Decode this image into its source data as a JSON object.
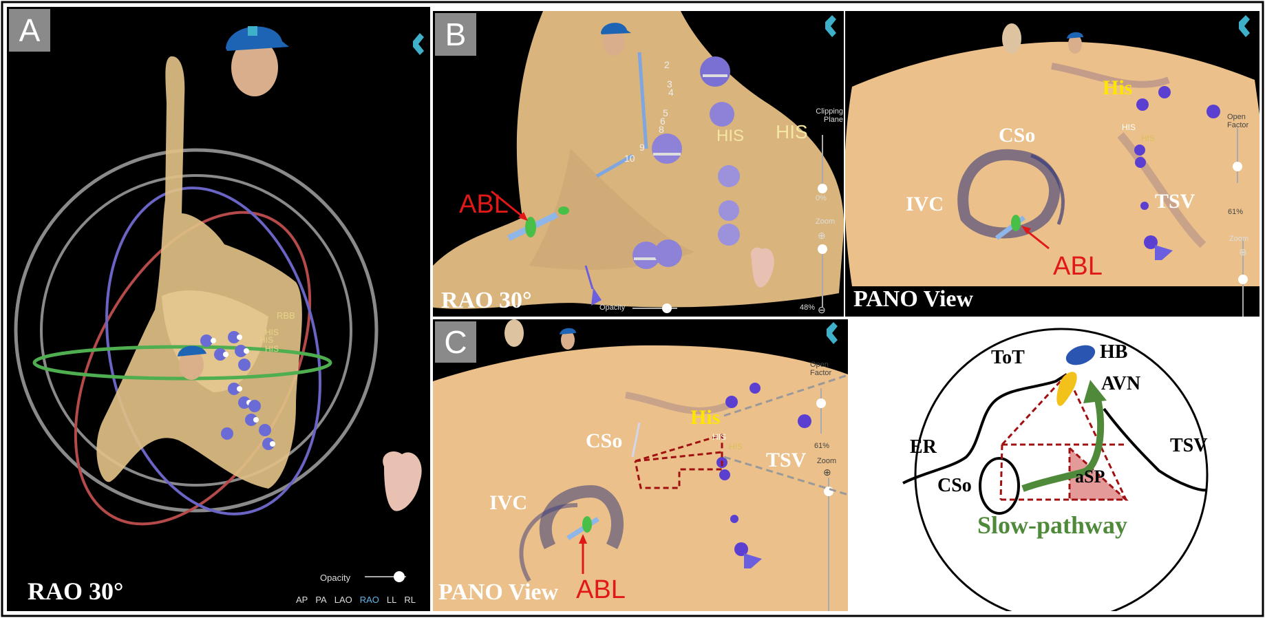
{
  "panels": {
    "a": {
      "label": "A",
      "view": "RAO 30°",
      "opacity_label": "Opacity",
      "views": [
        "AP",
        "PA",
        "LAO",
        "RAO",
        "LL",
        "RL"
      ],
      "active_view": "RAO",
      "tags": {
        "rbb": "RBB",
        "his1": "HIS",
        "his2": "HIS",
        "his3": "HIS"
      }
    },
    "b": {
      "label": "B",
      "view": "RAO 30°",
      "abl": "ABL",
      "his_tags": [
        "HIS",
        "HIS"
      ],
      "electrode_numbers": [
        "2",
        "3",
        "4",
        "5",
        "6",
        "8",
        "9",
        "10"
      ],
      "clipping_label": "Clipping Plane",
      "clipping_value": "0%",
      "zoom_label": "Zoom",
      "opacity_label": "Opacity",
      "opacity_value": "48%"
    },
    "pano_top": {
      "view": "PANO View",
      "his": "His",
      "cso": "CSo",
      "ivc": "IVC",
      "tsv": "TSV",
      "abl": "ABL",
      "his_tags": [
        "HIS",
        "HIS"
      ],
      "open_factor_label": "Open Factor",
      "open_factor_value": "61%",
      "zoom_label": "Zoom"
    },
    "c": {
      "label": "C",
      "view": "PANO View",
      "his": "His",
      "cso": "CSo",
      "ivc": "IVC",
      "tsv": "TSV",
      "abl": "ABL",
      "his_tags": [
        "HIS",
        "HIS"
      ],
      "open_factor_label": "Open Factor",
      "open_factor_value": "61%",
      "zoom_label": "Zoom"
    }
  },
  "schematic": {
    "tot": "ToT",
    "hb": "HB",
    "avn": "AVN",
    "er": "ER",
    "tsv": "TSV",
    "cso": "CSo",
    "asp": "aSP",
    "slow_pathway": "Slow-pathway"
  },
  "colors": {
    "tissue": "#e8be84",
    "his_yellow": "#ffe600",
    "abl_red": "#e01818",
    "slow_green": "#4f8a3a",
    "hb_blue": "#2a55b0",
    "tot_yellow": "#f2c21a",
    "asp_fill": "#e59a9a",
    "dashed_red": "#a01010"
  }
}
